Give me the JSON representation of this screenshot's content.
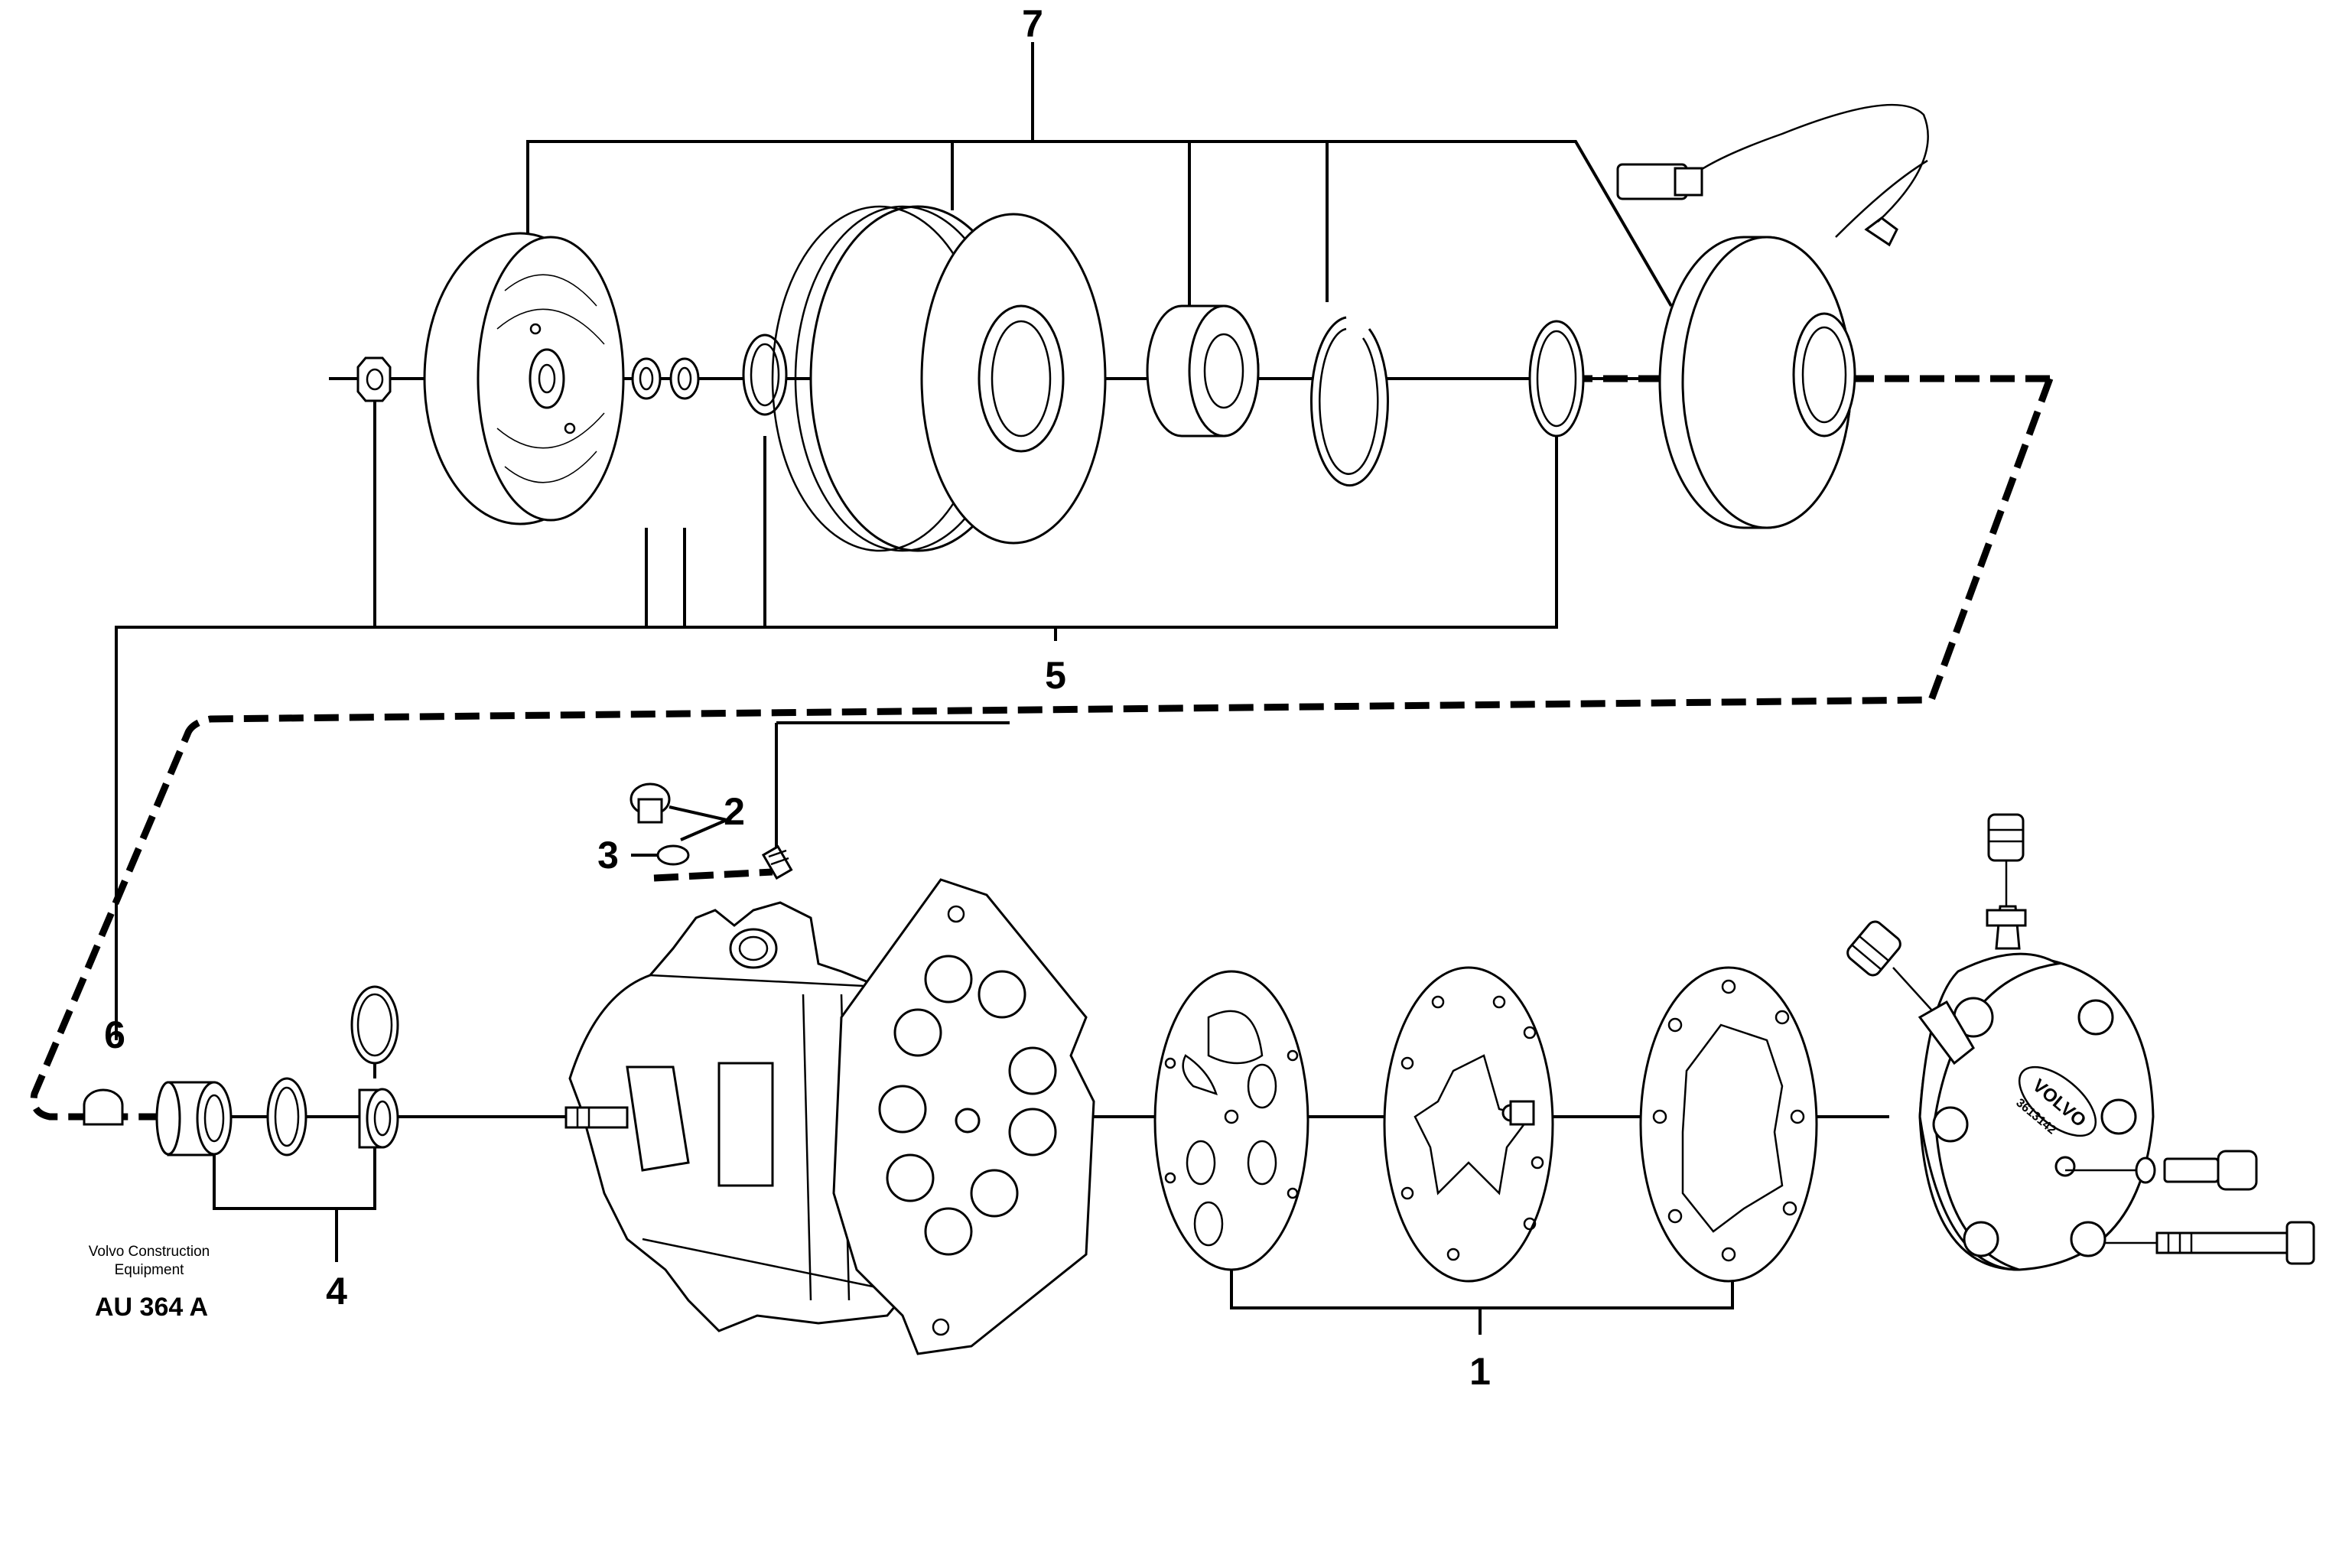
{
  "callouts": {
    "c1": "1",
    "c2": "2",
    "c3": "3",
    "c4": "4",
    "c5": "5",
    "c6": "6",
    "c7": "7"
  },
  "caption": {
    "company_line1": "Volvo Construction",
    "company_line2": "Equipment",
    "code": "AU 364 A"
  },
  "markings": {
    "cover_brand": "VOLVO",
    "cover_number": "3613142"
  }
}
